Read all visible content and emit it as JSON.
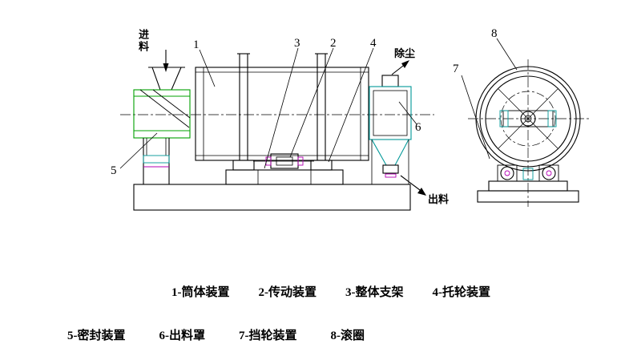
{
  "annotations": {
    "feed": "进料",
    "dust": "除尘",
    "discharge": "出料"
  },
  "parts": {
    "n1": "1",
    "n2": "2",
    "n3": "3",
    "n4": "4",
    "n5": "5",
    "n6": "6",
    "n7": "7",
    "n8": "8"
  },
  "legend": {
    "row1": [
      "1-筒体装置",
      "2-传动装置",
      "3-整体支架",
      "4-托轮装置"
    ],
    "row2": [
      "5-密封装置",
      "6-出料罩",
      "7-挡轮装置",
      "8-滚圈"
    ]
  },
  "colors": {
    "line": "#000000",
    "green": "#00a000",
    "cyan": "#009898",
    "magenta": "#b400b4",
    "background": "#ffffff"
  }
}
